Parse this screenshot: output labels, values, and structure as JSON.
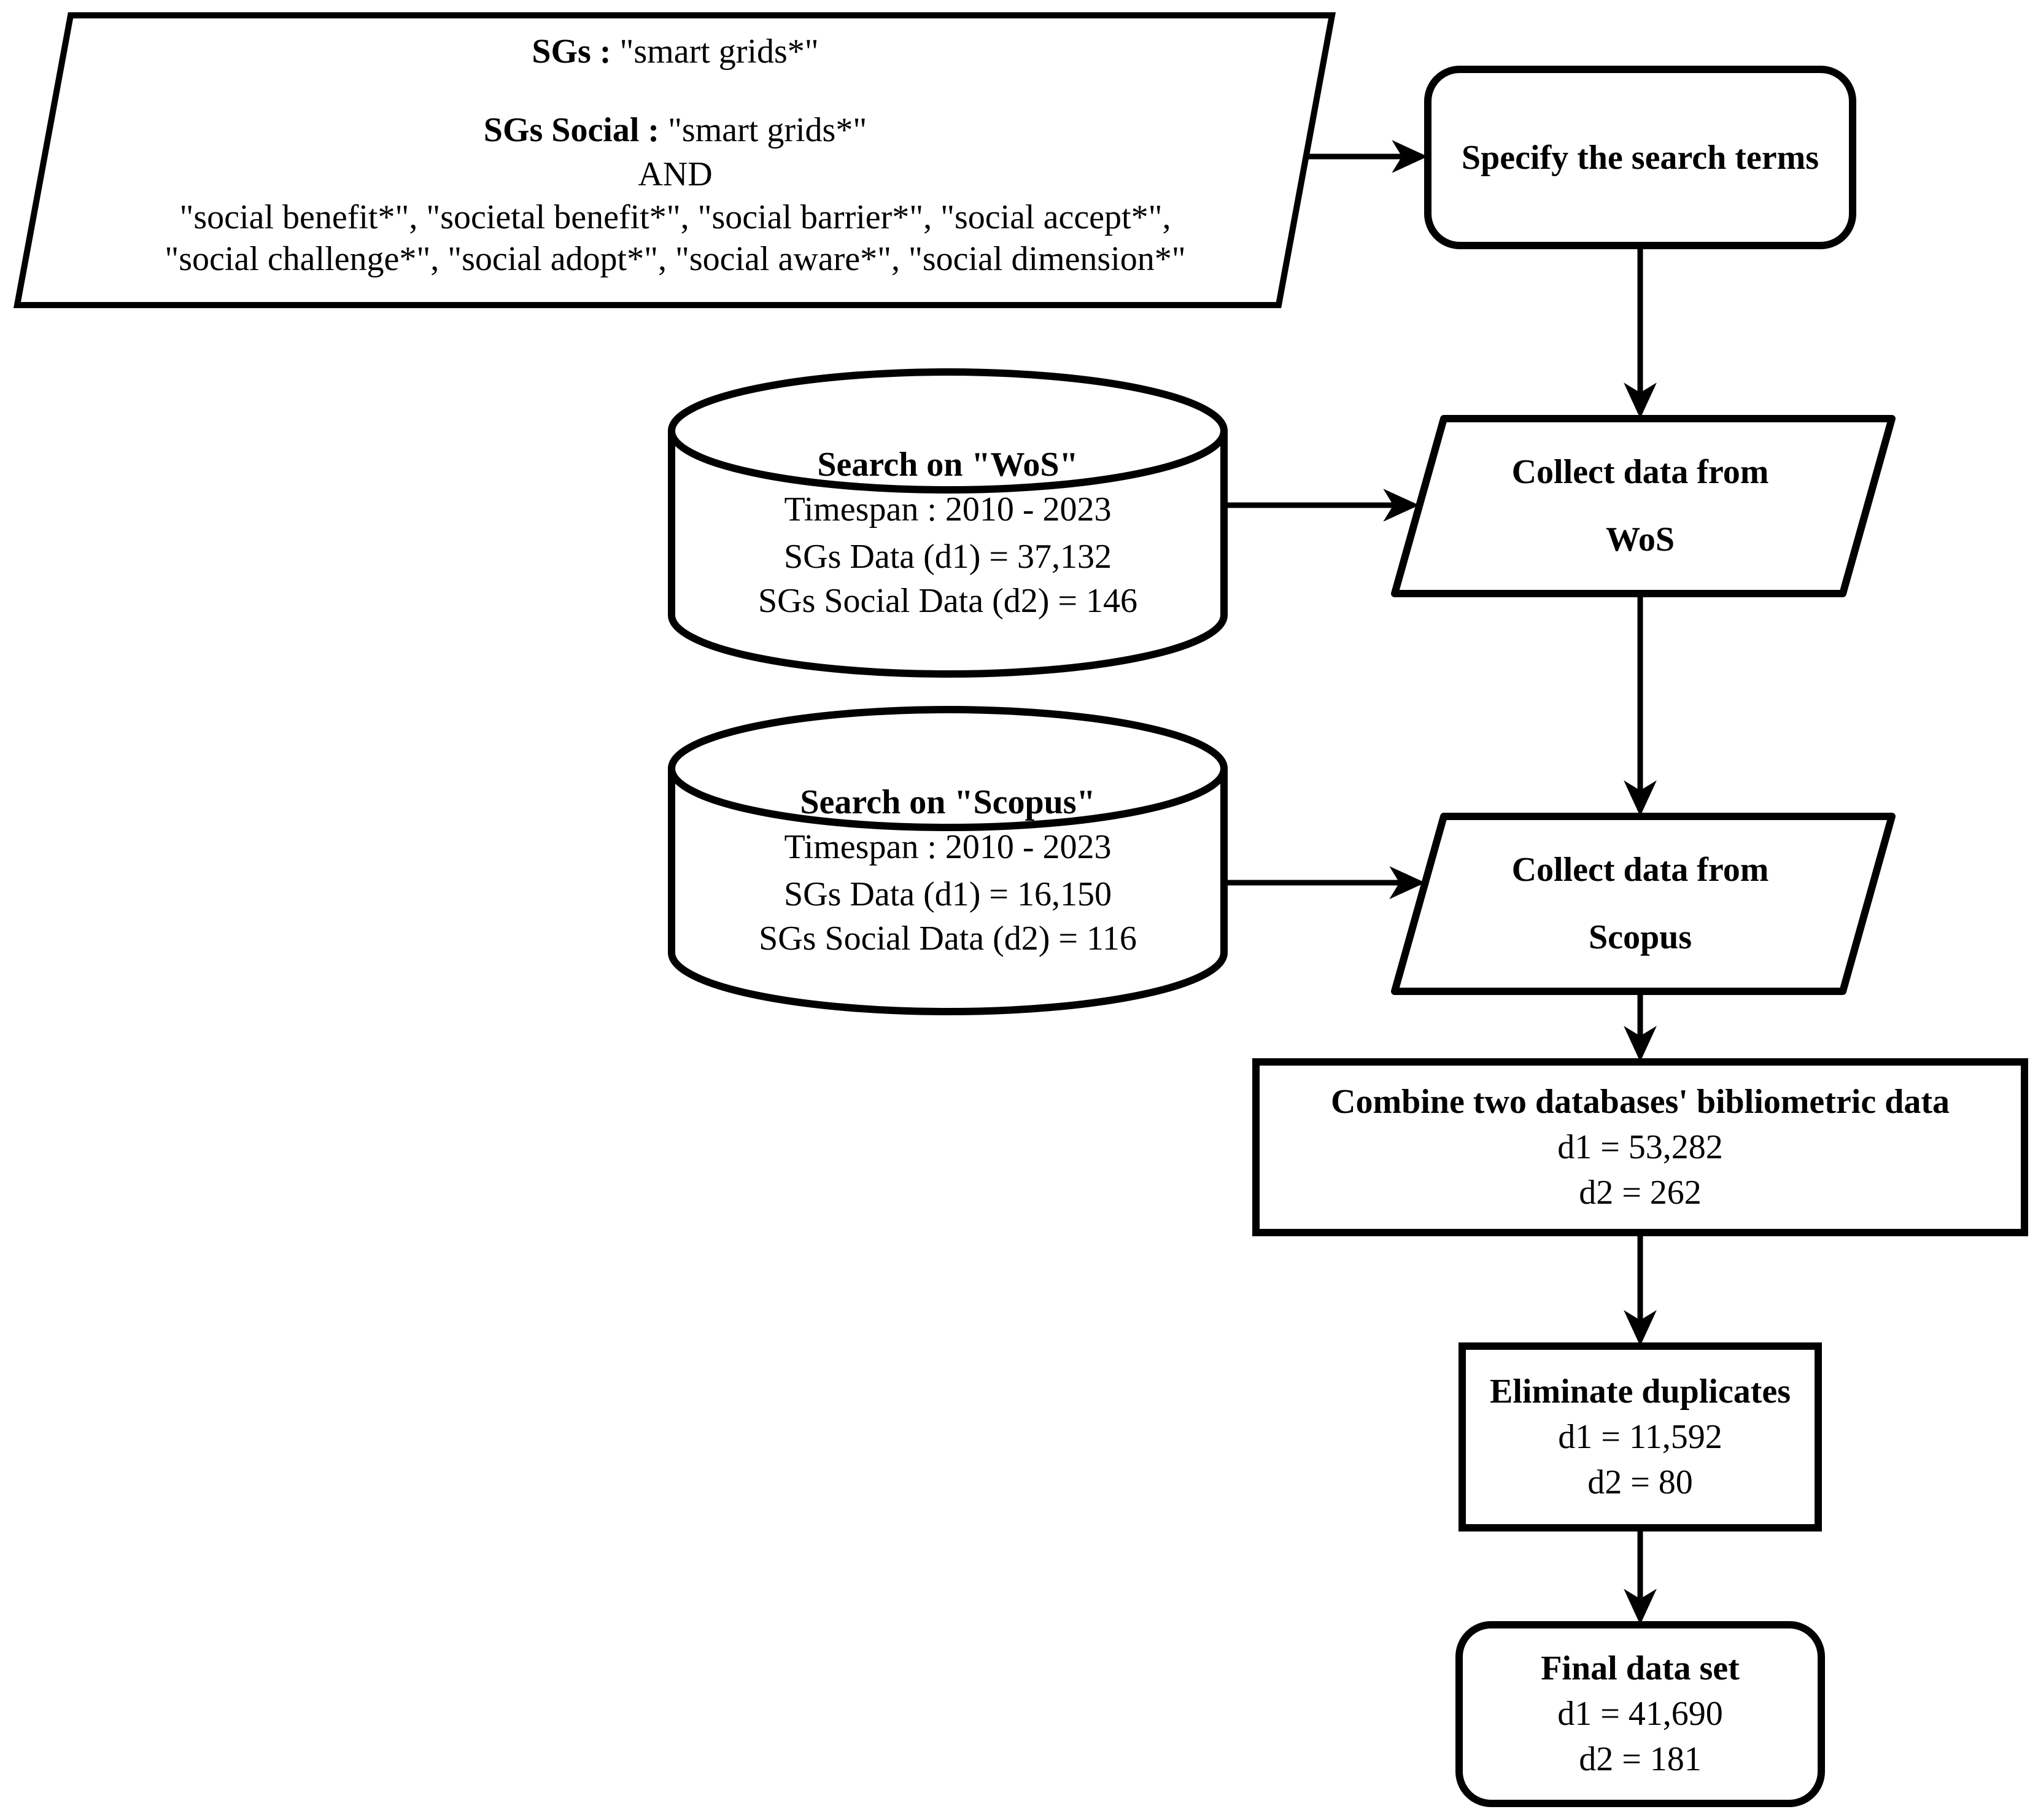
{
  "figure": {
    "background": "#ffffff",
    "line_color": "#000000",
    "nodes": {
      "search_terms": {
        "sgs_label": "SGs :",
        "sgs_value": " \"smart grids*\"",
        "sgs_social_label": "SGs Social :",
        "sgs_social_value": " \"smart grids*\"",
        "operator": "AND",
        "terms_line1": "\"social benefit*\", \"societal benefit*\", \"social barrier*\", \"social accept*\",",
        "terms_line2": "\"social challenge*\", \"social adopt*\", \"social aware*\", \"social dimension*\""
      },
      "specify": {
        "label": "Specify the search terms"
      },
      "wos_db": {
        "title": "Search on \"WoS\"",
        "timespan": "Timespan : 2010 - 2023",
        "d1": "SGs Data (d1) = 37,132",
        "d2": "SGs Social Data (d2) = 146"
      },
      "collect_wos": {
        "line1": "Collect data from",
        "line2": "WoS"
      },
      "scopus_db": {
        "title": "Search on \"Scopus\"",
        "timespan": "Timespan : 2010 - 2023",
        "d1": "SGs Data (d1) = 16,150",
        "d2": "SGs Social Data (d2) = 116"
      },
      "collect_scopus": {
        "line1": "Collect data from",
        "line2": "Scopus"
      },
      "combine": {
        "title": "Combine two databases' bibliometric data",
        "d1": "d1 = 53,282",
        "d2": "d2 = 262"
      },
      "eliminate": {
        "title": "Eliminate duplicates",
        "d1": "d1 = 11,592",
        "d2": "d2 = 80"
      },
      "final": {
        "title": "Final data set",
        "d1": "d1 = 41,690",
        "d2": "d2 = 181"
      }
    }
  }
}
